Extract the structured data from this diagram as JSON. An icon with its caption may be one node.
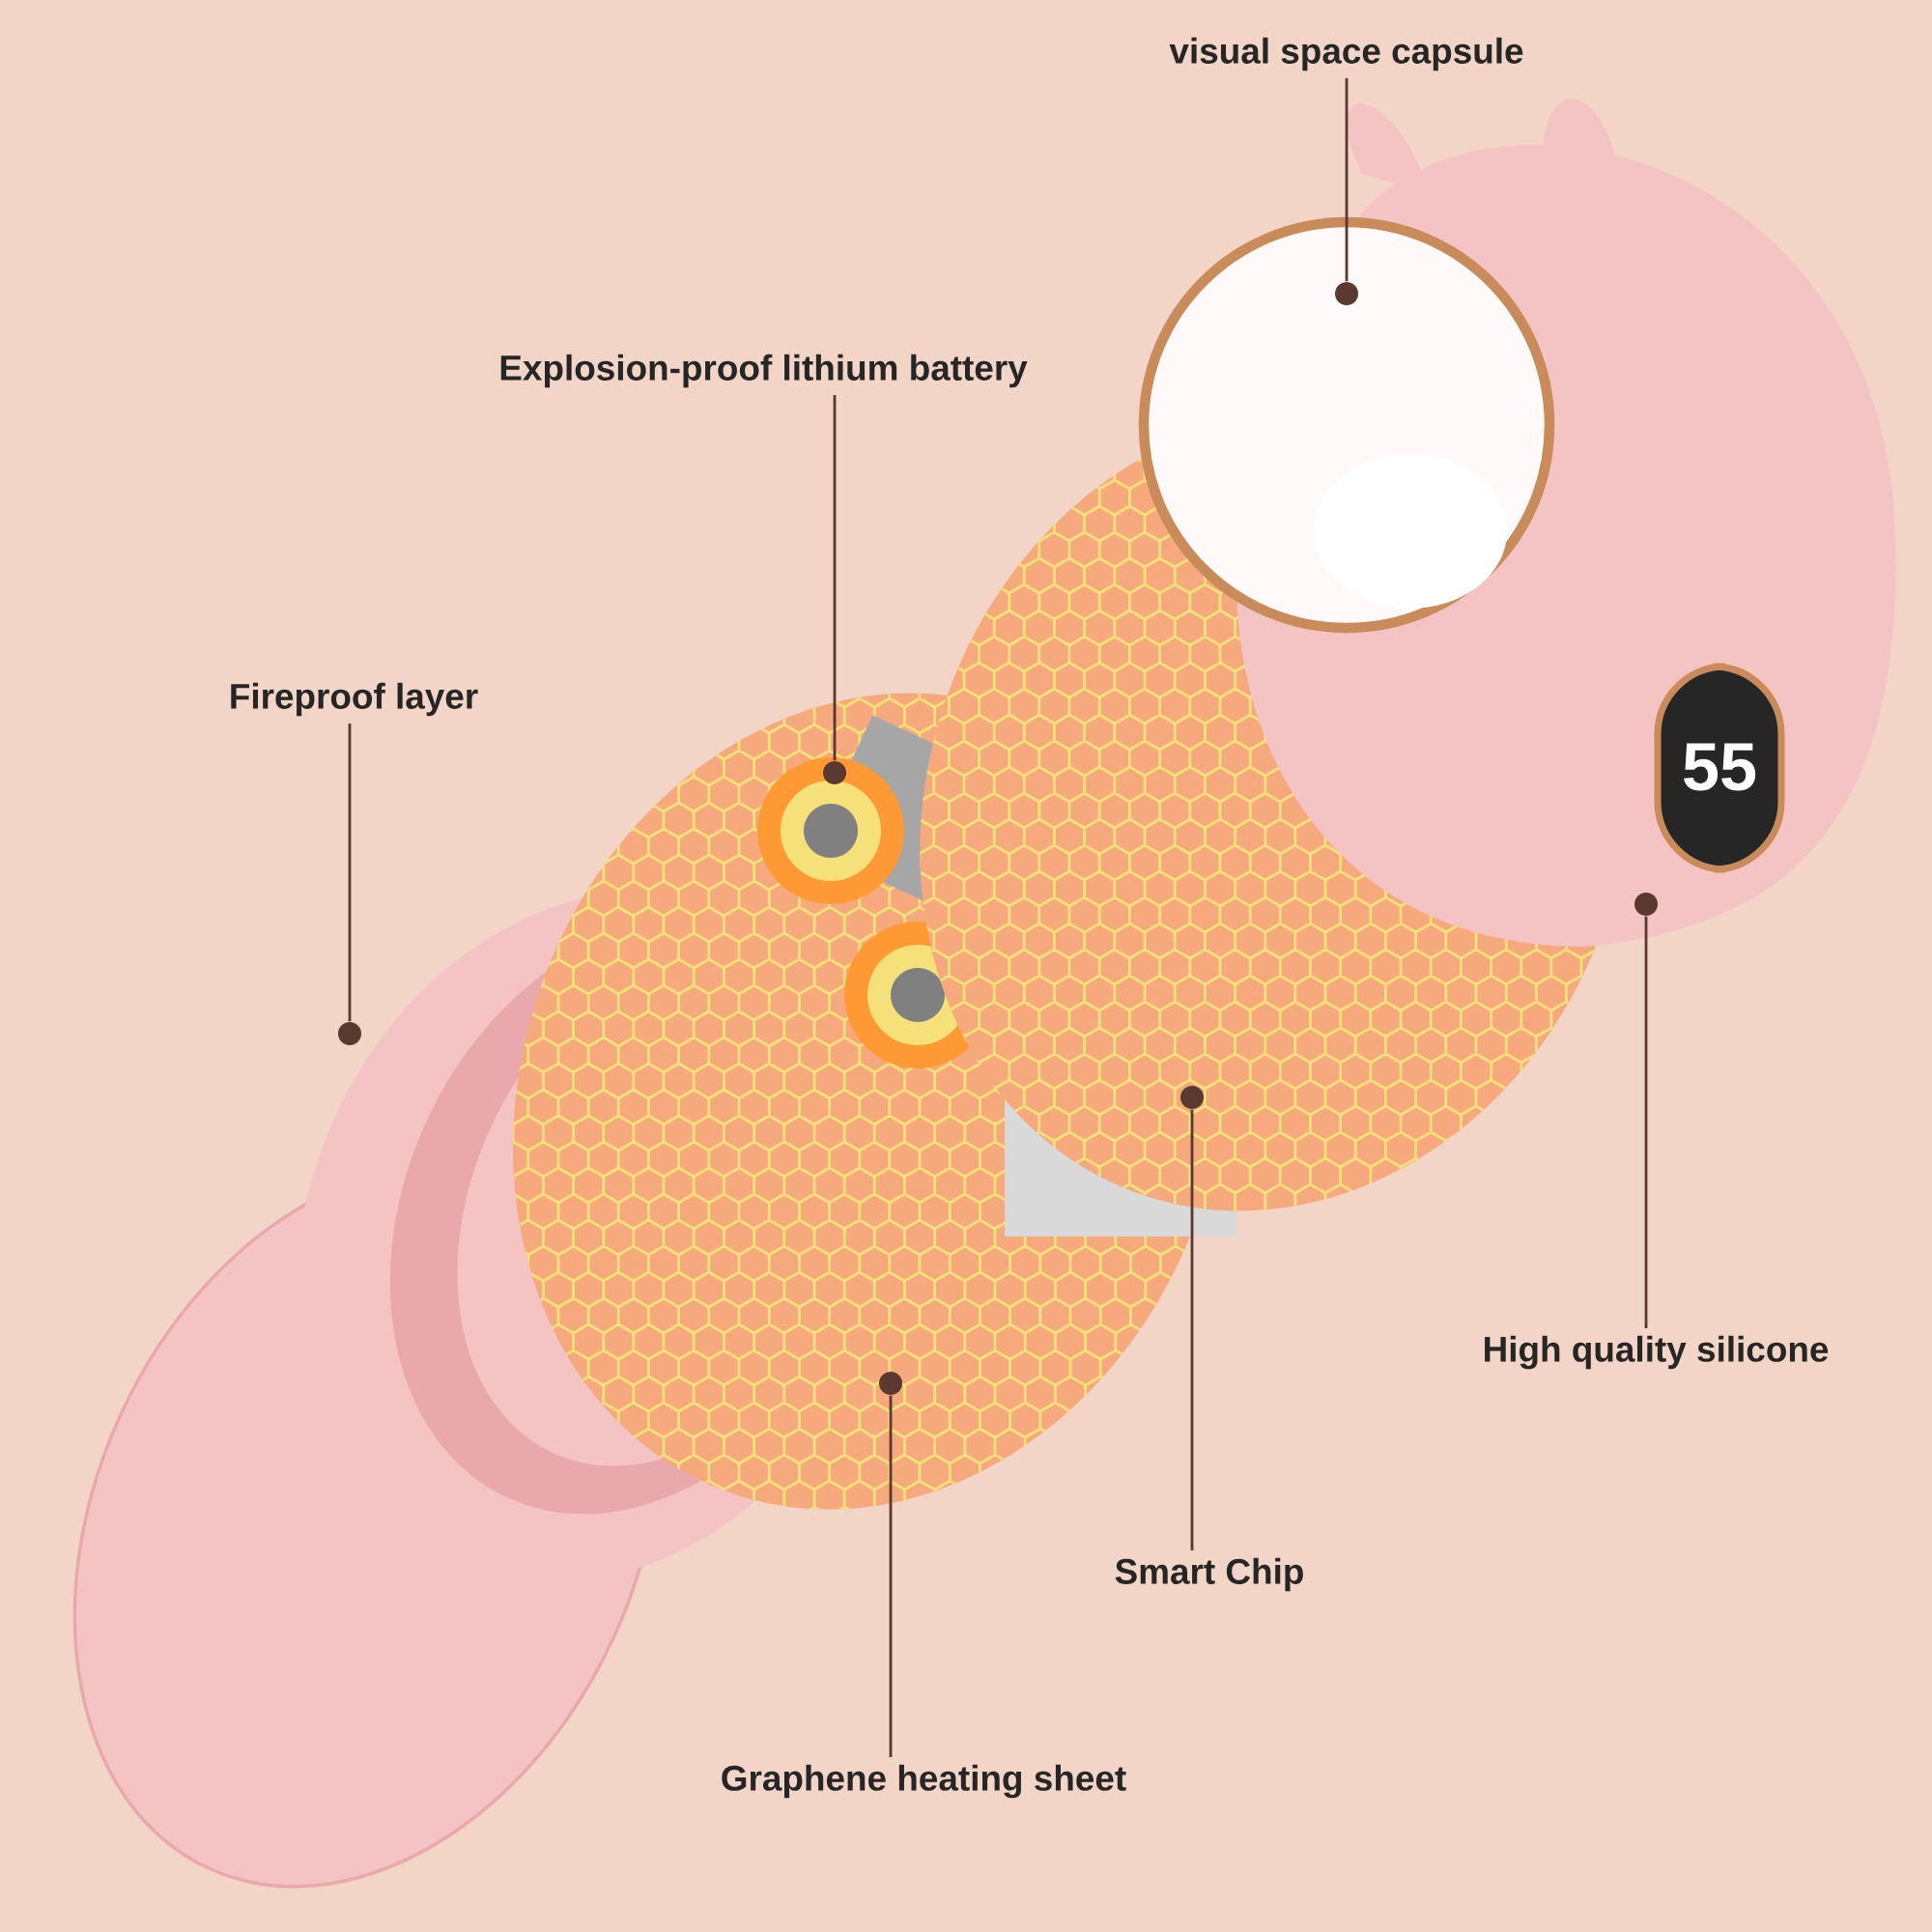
{
  "diagram": {
    "nodes": [
      {
        "text": [
          "visual space capsule"
        ]
      },
      {
        "text": [],
        "shape": "circle"
      },
      {
        "text": [
          "Explosion-proof lithium battery"
        ]
      },
      {
        "text": [],
        "shape": "circle"
      },
      {
        "text": [
          "Fireproof layer"
        ]
      },
      {
        "text": [],
        "shape": "circle"
      },
      {
        "text": [
          "High quality silicone"
        ]
      },
      {
        "text": [],
        "shape": "circle"
      },
      {
        "text": [
          "Smart Chip"
        ]
      },
      {
        "text": [],
        "shape": "circle"
      },
      {
        "text": [
          "Graphene heating sheet"
        ]
      },
      {
        "text": [],
        "shape": "circle"
      }
    ],
    "edges": [
      {
        "from": 0,
        "to": 1,
        "arrow": "none"
      },
      {
        "from": 2,
        "to": 3,
        "arrow": "none"
      },
      {
        "from": 4,
        "to": 5,
        "arrow": "none"
      },
      {
        "from": 6,
        "to": 7,
        "arrow": "none"
      },
      {
        "from": 8,
        "to": 9,
        "arrow": "none"
      },
      {
        "from": 10,
        "to": 11,
        "arrow": "none"
      }
    ],
    "labels": [
      "55"
    ]
  }
}
